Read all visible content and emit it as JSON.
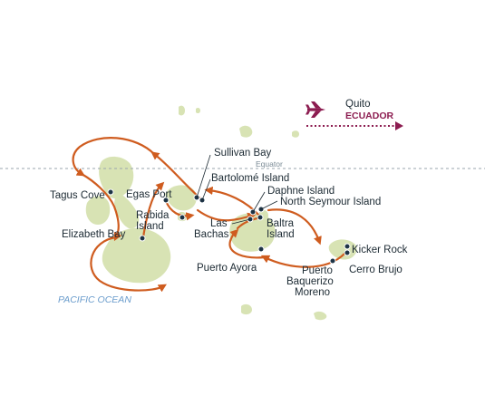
{
  "map": {
    "equator_label": "Equator",
    "ocean_label": "PACIFIC OCEAN",
    "flight": {
      "city": "Quito",
      "country": "ECUADOR",
      "icon": "airplane-icon"
    },
    "colors": {
      "land": "#d8e3b4",
      "route": "#cf5c1f",
      "stop": "#1d3345",
      "flight": "#8c1c50",
      "ocean_text": "#6a9ccc"
    },
    "stops": {
      "sullivan_bay": "Sullivan Bay",
      "bartolome_island": "Bartolomé Island",
      "daphne_island": "Daphne Island",
      "north_seymour_island": "North Seymour Island",
      "egas_port": "Egas Port",
      "tagus_cove": "Tagus Cove",
      "rabida_island_1": "Rabida",
      "rabida_island_2": "Island",
      "las_bachas_1": "Las",
      "las_bachas_2": "Bachas",
      "baltra_island_1": "Baltra",
      "baltra_island_2": "Island",
      "elizabeth_bay": "Elizabeth Bay",
      "kicker_rock": "Kicker Rock",
      "cerro_brujo": "Cerro Brujo",
      "puerto_ayora": "Puerto Ayora",
      "puerto_baquerizo_moreno_1": "Puerto",
      "puerto_baquerizo_moreno_2": "Baquerizo",
      "puerto_baquerizo_moreno_3": "Moreno"
    }
  }
}
